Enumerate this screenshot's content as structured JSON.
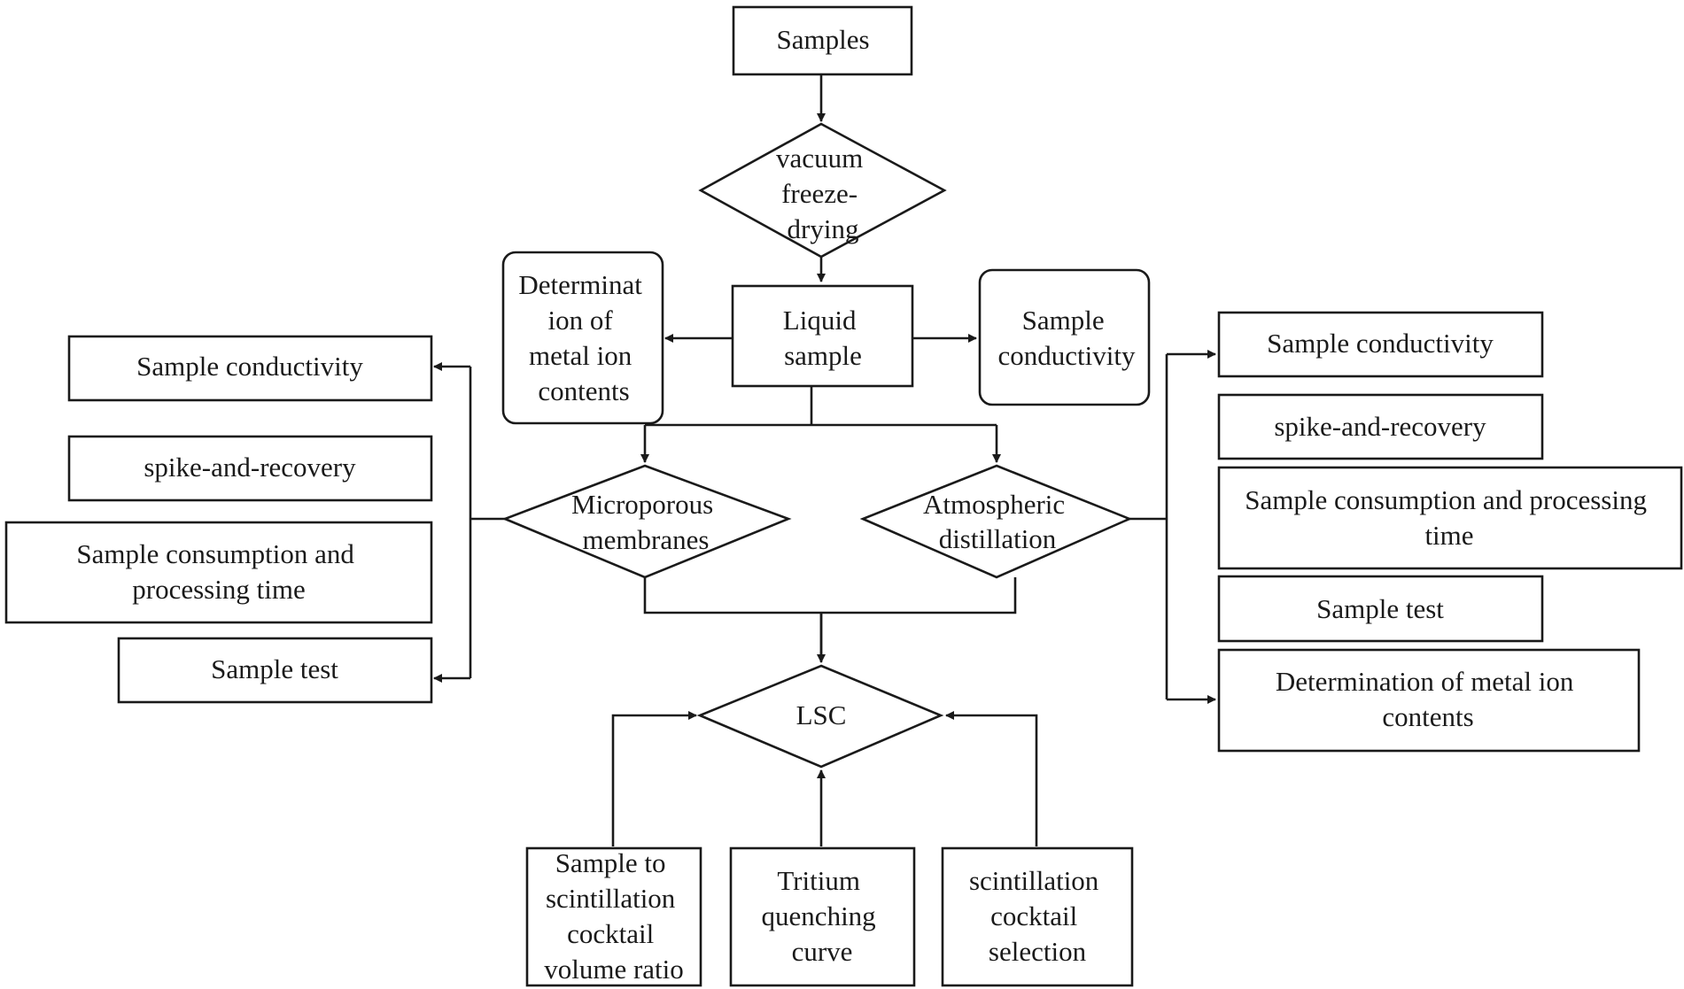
{
  "nodes": {
    "samples": [
      "Samples"
    ],
    "vacuum": [
      "vacuum",
      "freeze-",
      "drying"
    ],
    "liquid": [
      "Liquid",
      "sample"
    ],
    "determination_top": [
      "Determinat",
      "ion of",
      "metal ion",
      "contents"
    ],
    "conductivity_top": [
      "Sample",
      "conductivity"
    ],
    "microporous": [
      "Microporous",
      "membranes"
    ],
    "atmospheric": [
      "Atmospheric",
      "distillation"
    ],
    "lsc": [
      "LSC"
    ],
    "left_conductivity": [
      "Sample conductivity"
    ],
    "left_spike": [
      "spike-and-recovery"
    ],
    "left_consumption": [
      "Sample consumption and",
      "processing time"
    ],
    "left_test": [
      "Sample test"
    ],
    "right_conductivity": [
      "Sample conductivity"
    ],
    "right_spike": [
      "spike-and-recovery"
    ],
    "right_consumption": [
      "Sample consumption and processing",
      "time"
    ],
    "right_test": [
      "Sample test"
    ],
    "right_determination": [
      "Determination of metal ion",
      "contents"
    ],
    "ratio": [
      "Sample to",
      "scintillation",
      "cocktail",
      "volume ratio"
    ],
    "tritium": [
      "Tritium",
      "quenching",
      "curve"
    ],
    "cocktail": [
      "scintillation",
      "cocktail",
      "selection"
    ]
  }
}
